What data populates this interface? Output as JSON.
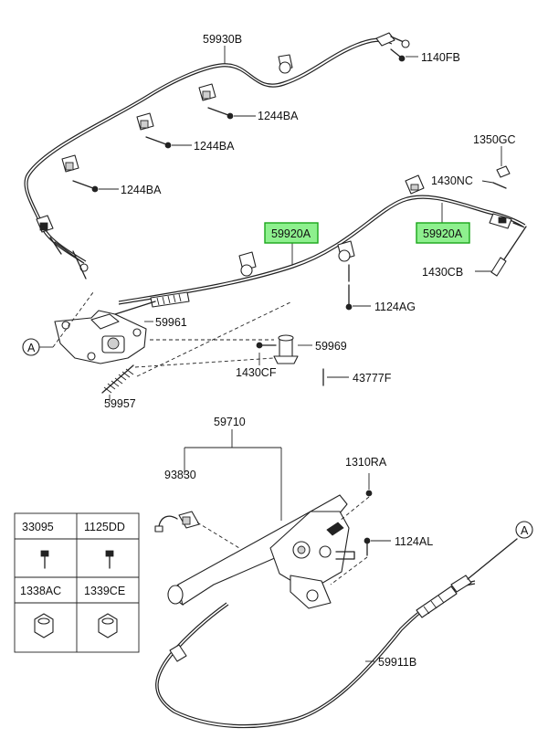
{
  "labels": {
    "p59930B": "59930B",
    "p1140FB": "1140FB",
    "p1244BA_1": "1244BA",
    "p1244BA_2": "1244BA",
    "p1244BA_3": "1244BA",
    "p1350GC": "1350GC",
    "p1430NC": "1430NC",
    "p59920A_1": "59920A",
    "p59920A_2": "59920A",
    "p1430CB": "1430CB",
    "p1124AG": "1124AG",
    "p59961": "59961",
    "p59969": "59969",
    "p1430CF": "1430CF",
    "p43777F": "43777F",
    "p59957": "59957",
    "p59710": "59710",
    "p93830": "93830",
    "p1310RA": "1310RA",
    "p1124AL": "1124AL",
    "p59911B": "59911B",
    "refA_top": "A",
    "refA_bottom": "A"
  },
  "table": {
    "headers": [
      "33095",
      "1125DD",
      "1338AC",
      "1339CE"
    ]
  },
  "colors": {
    "highlight_fill": "#8ef08e",
    "highlight_border": "#1aa51a",
    "line": "#222222"
  }
}
